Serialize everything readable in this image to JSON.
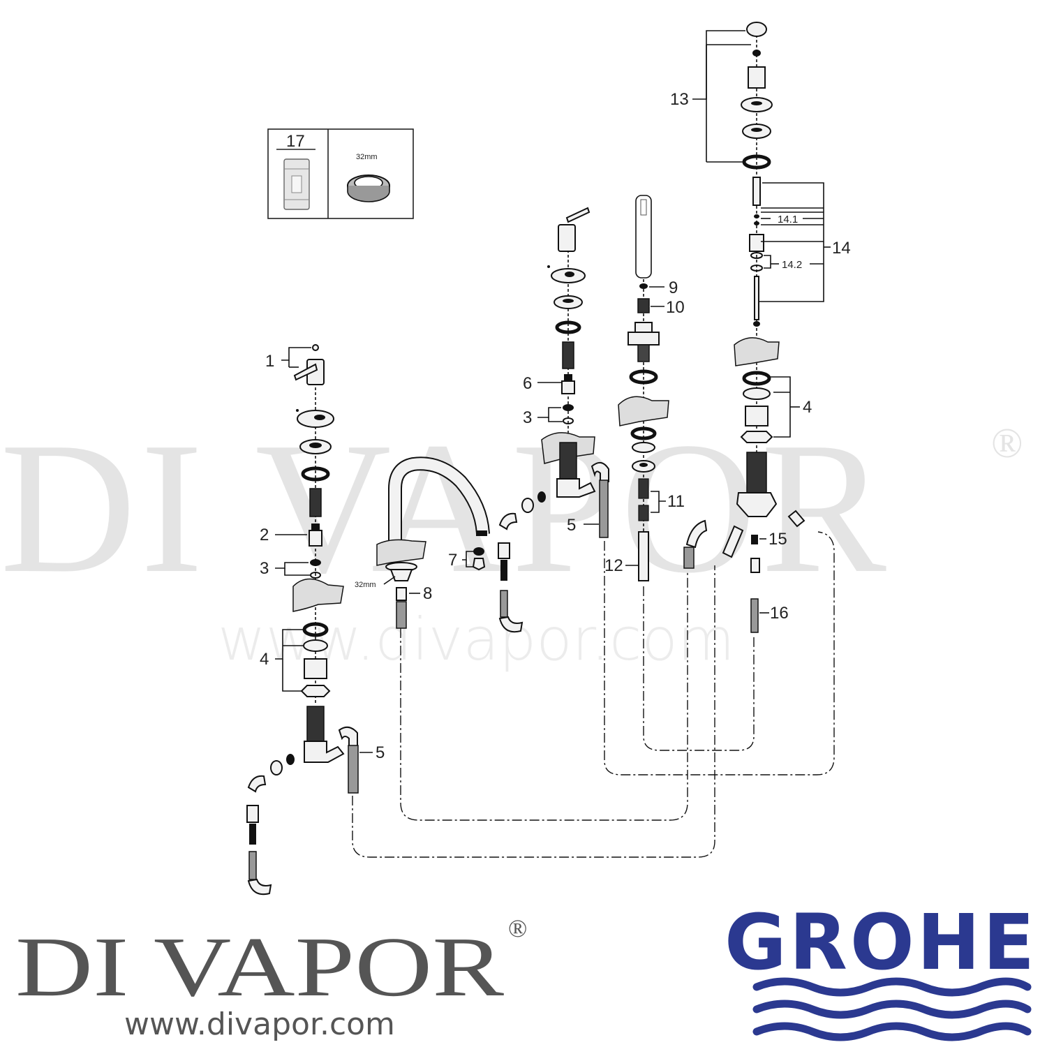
{
  "watermark": {
    "large_text": "DI VAPOR",
    "registered": "®",
    "url": "www.divapor.com"
  },
  "brand": {
    "name": "DI VAPOR",
    "registered": "®",
    "url": "www.divapor.com"
  },
  "grohe_logo": {
    "text": "GROHE",
    "color": "#2b3990"
  },
  "inset_box": {
    "part_number": "17",
    "size_label": "32mm"
  },
  "callouts": {
    "c1": "1",
    "c2": "2",
    "c3a": "3",
    "c3b": "3",
    "c4a": "4",
    "c4b": "4",
    "c5a": "5",
    "c5b": "5",
    "c6": "6",
    "c7": "7",
    "c8": "8",
    "c9": "9",
    "c10": "10",
    "c11": "11",
    "c12": "12",
    "c13": "13",
    "c14": "14",
    "c14_1": "14.1",
    "c14_2": "14.2",
    "c15": "15",
    "c16": "16",
    "spout_size": "32mm"
  }
}
